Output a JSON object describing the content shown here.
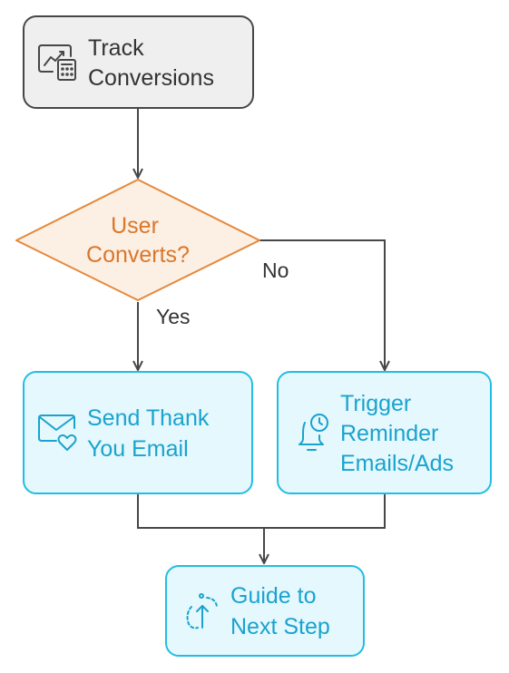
{
  "colors": {
    "start_fill": "#efefef",
    "start_stroke": "#474747",
    "start_text": "#333333",
    "decision_fill": "#fcefe3",
    "decision_stroke": "#e4893c",
    "decision_text": "#d9772c",
    "process_fill": "#e4f8fd",
    "process_stroke": "#23bde3",
    "process_text": "#1aa3cf",
    "edge": "#474747"
  },
  "nodes": {
    "track": {
      "lines": [
        "Track",
        "Conversions"
      ],
      "icon": "calculator-chart-icon"
    },
    "decision": {
      "lines": [
        "User",
        "Converts?"
      ]
    },
    "thank_you": {
      "lines": [
        "Send Thank",
        "You Email"
      ],
      "icon": "email-heart-icon"
    },
    "reminder": {
      "lines": [
        "Trigger",
        "Reminder",
        "Emails/Ads"
      ],
      "icon": "bell-clock-icon"
    },
    "guide": {
      "lines": [
        "Guide to",
        "Next Step"
      ],
      "icon": "guide-arrow-icon"
    }
  },
  "edges": {
    "yes_label": "Yes",
    "no_label": "No"
  }
}
